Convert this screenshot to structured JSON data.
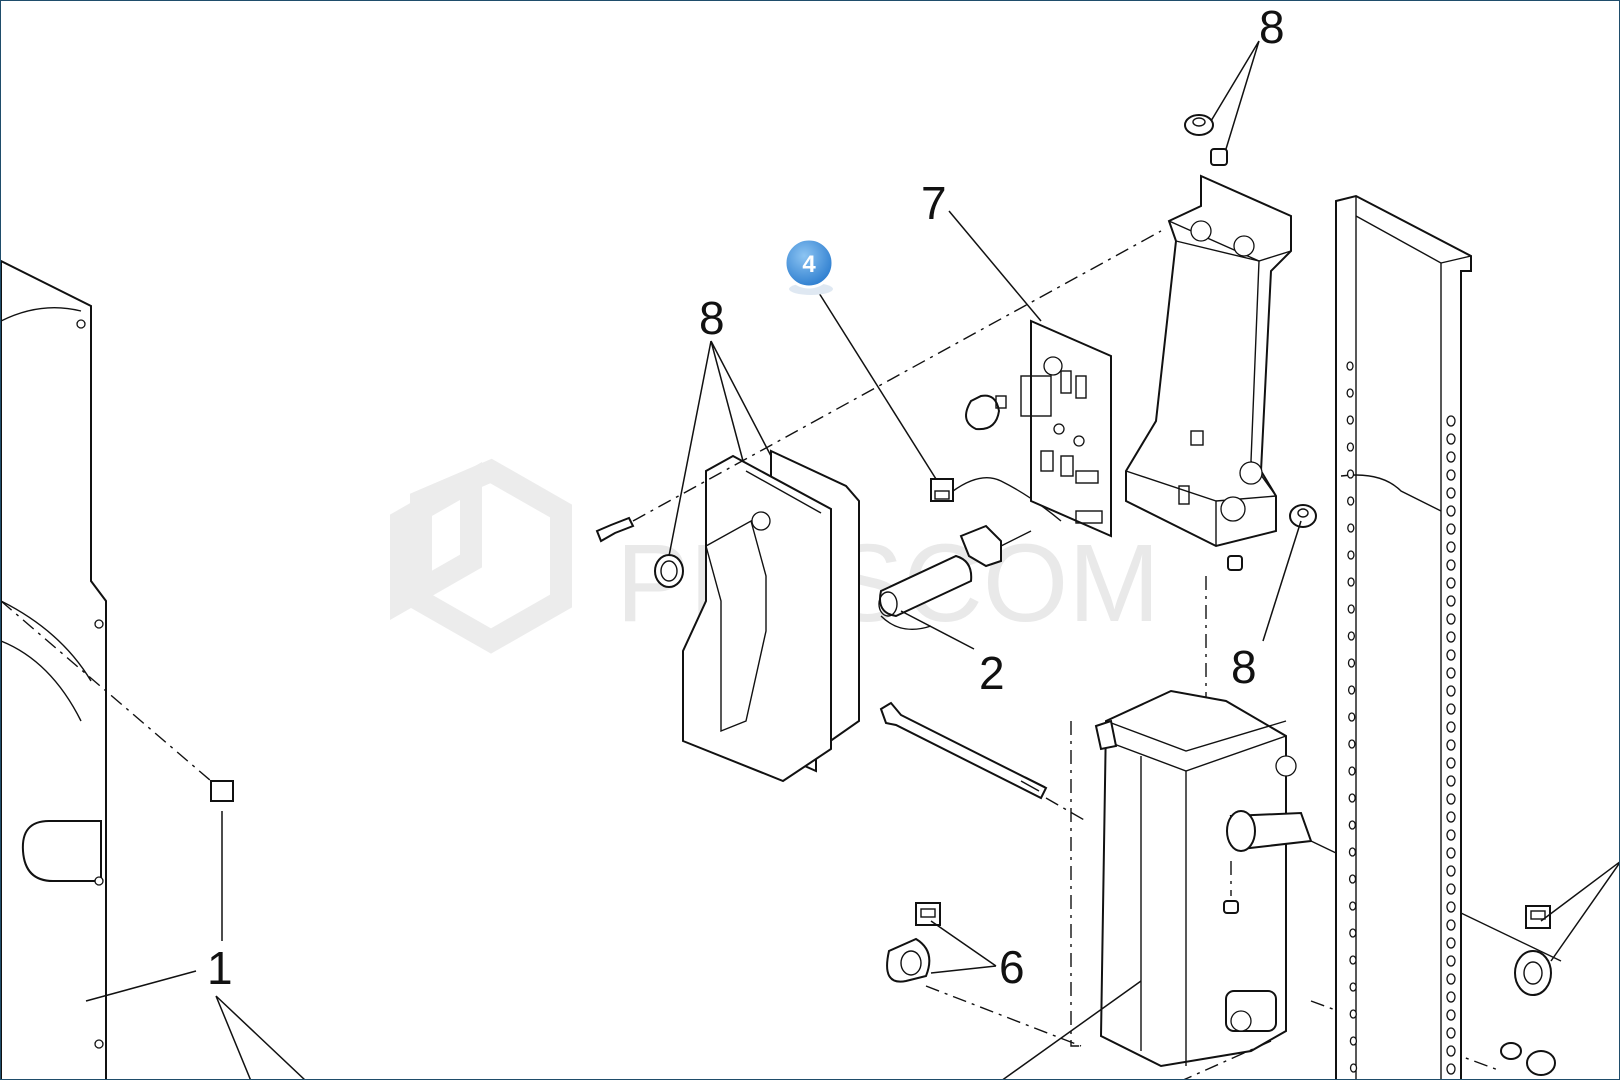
{
  "watermark": {
    "text": "PLUSCOM"
  },
  "hotspot": {
    "label": "4",
    "color": "#3d8fd9"
  },
  "callouts": {
    "c8_top": "8",
    "c7": "7",
    "c8_left": "8",
    "c2": "2",
    "c8_right": "8",
    "c1": "1",
    "c6": "6"
  },
  "colors": {
    "line": "#111111",
    "frame": "#1f4d6b",
    "watermark": "#e9e9e9"
  }
}
